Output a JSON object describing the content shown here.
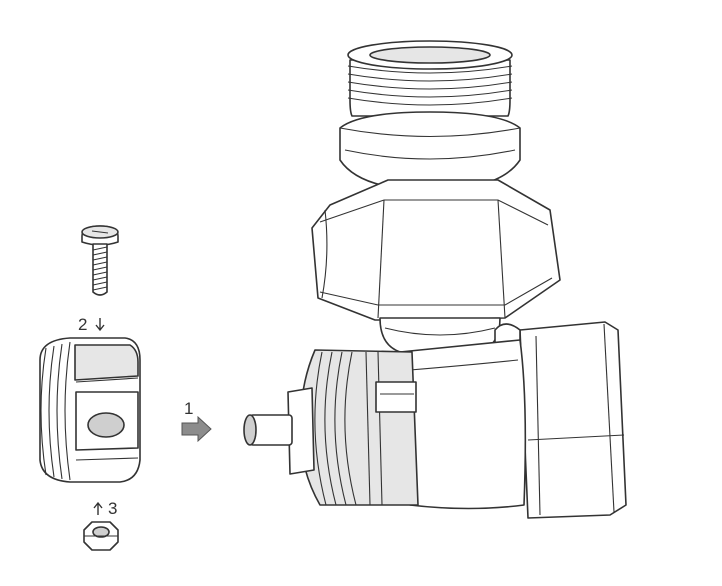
{
  "callouts": {
    "step1": "1",
    "step2": "2",
    "step3": "3"
  },
  "colors": {
    "line": "#333333",
    "arrow_fill": "#8c8c8c",
    "background": "#ffffff"
  }
}
